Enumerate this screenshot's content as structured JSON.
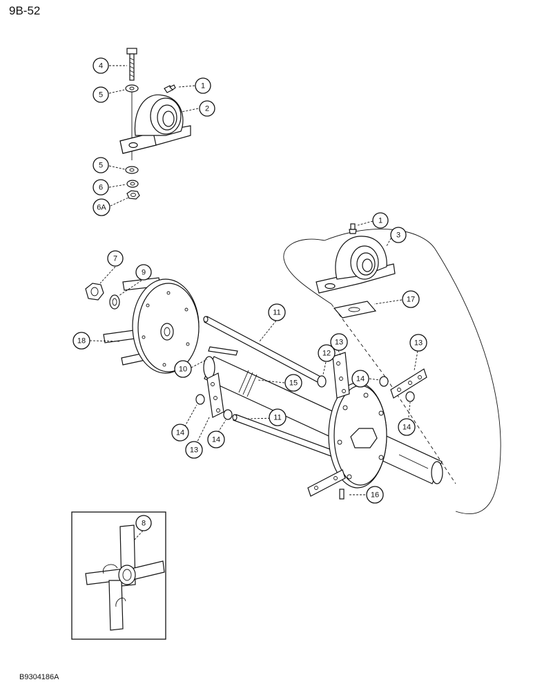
{
  "page_number": "9B-52",
  "figure_code": "B9304186A",
  "callouts": [
    {
      "label": "4"
    },
    {
      "label": "5"
    },
    {
      "label": "1"
    },
    {
      "label": "2"
    },
    {
      "label": "5"
    },
    {
      "label": "6"
    },
    {
      "label": "6A"
    },
    {
      "label": "1"
    },
    {
      "label": "3"
    },
    {
      "label": "7"
    },
    {
      "label": "9"
    },
    {
      "label": "17"
    },
    {
      "label": "11"
    },
    {
      "label": "18"
    },
    {
      "label": "13"
    },
    {
      "label": "13"
    },
    {
      "label": "12"
    },
    {
      "label": "10"
    },
    {
      "label": "14"
    },
    {
      "label": "15"
    },
    {
      "label": "14"
    },
    {
      "label": "14"
    },
    {
      "label": "11"
    },
    {
      "label": "14"
    },
    {
      "label": "13"
    },
    {
      "label": "16"
    },
    {
      "label": "8"
    }
  ]
}
